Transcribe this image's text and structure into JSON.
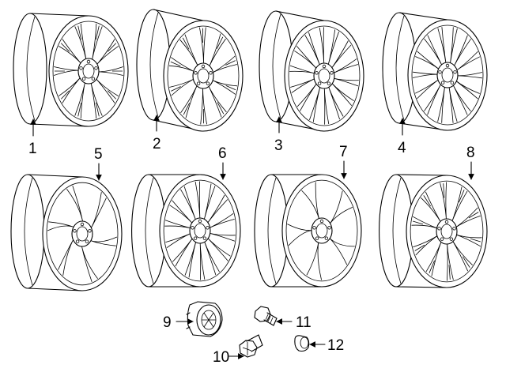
{
  "diagram": {
    "callouts": [
      {
        "id": "1",
        "label": "1"
      },
      {
        "id": "2",
        "label": "2"
      },
      {
        "id": "3",
        "label": "3"
      },
      {
        "id": "4",
        "label": "4"
      },
      {
        "id": "5",
        "label": "5"
      },
      {
        "id": "6",
        "label": "6"
      },
      {
        "id": "7",
        "label": "7"
      },
      {
        "id": "8",
        "label": "8"
      },
      {
        "id": "9",
        "label": "9"
      },
      {
        "id": "10",
        "label": "10"
      },
      {
        "id": "11",
        "label": "11"
      },
      {
        "id": "12",
        "label": "12"
      }
    ],
    "wheel_designs": [
      {
        "callout": "1",
        "spokes": 10,
        "style": "split"
      },
      {
        "callout": "2",
        "spokes": 10,
        "style": "split"
      },
      {
        "callout": "3",
        "spokes": 14,
        "style": "multi"
      },
      {
        "callout": "4",
        "spokes": 14,
        "style": "multi"
      },
      {
        "callout": "5",
        "spokes": 6,
        "style": "twisted"
      },
      {
        "callout": "6",
        "spokes": 14,
        "style": "multi"
      },
      {
        "callout": "7",
        "spokes": 5,
        "style": "wide"
      },
      {
        "callout": "8",
        "spokes": 10,
        "style": "split"
      }
    ],
    "colors": {
      "line": "#000000",
      "background": "#ffffff"
    }
  }
}
